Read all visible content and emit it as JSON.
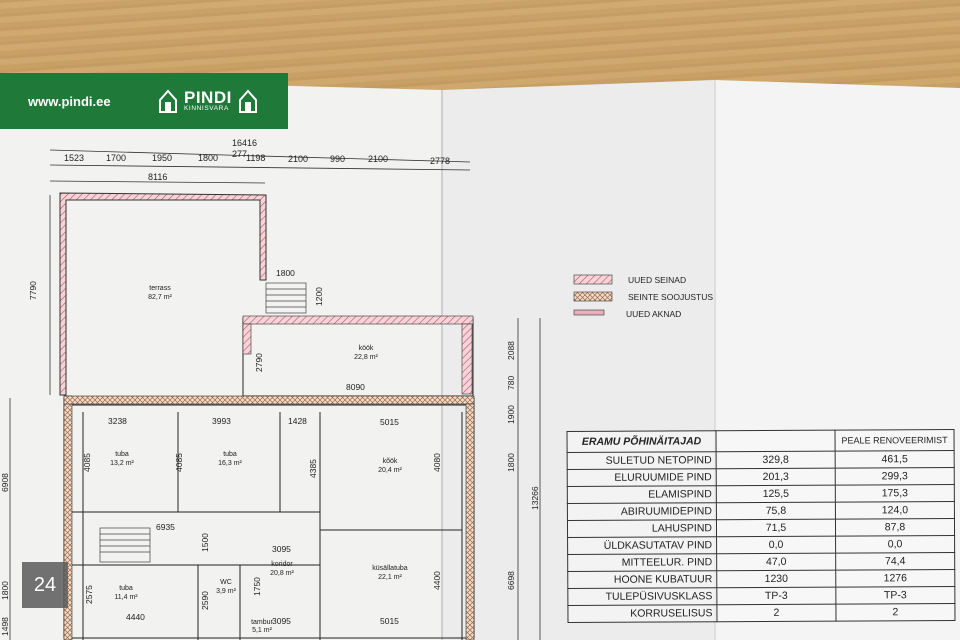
{
  "banner": {
    "url": "www.pindi.ee",
    "brand": "PINDI",
    "brand_sub": "KINNISVARA",
    "bg_color": "#1f7a3a"
  },
  "page_badge": "24",
  "plan": {
    "top_dims": [
      "1523",
      "1700",
      "1950",
      "1800",
      "277",
      "1198",
      "2100",
      "990",
      "2100",
      "2778"
    ],
    "overall_width": "16416",
    "left_width": "8116",
    "dims": {
      "d7790": "7790",
      "d1800a": "1800",
      "d1200": "1200",
      "d2790": "2790",
      "d8090": "8090",
      "d2088": "2088",
      "d780": "780",
      "d1900": "1900",
      "d3238": "3238",
      "d3993": "3993",
      "d1428": "1428",
      "d5015a": "5015",
      "d4085a": "4085",
      "d4085b": "4085",
      "d4385": "4385",
      "d4080": "4080",
      "d1800b": "1800",
      "d13266": "13266",
      "d6908": "6908",
      "d6935": "6935",
      "d1500": "1500",
      "d3095a": "3095",
      "d4400": "4400",
      "d6698": "6698",
      "d2575": "2575",
      "d2590": "2590",
      "d1750": "1750",
      "d4440": "4440",
      "d3095b": "3095",
      "d5015b": "5015",
      "d1800c": "1800",
      "d1498": "1498"
    },
    "rooms": [
      {
        "name": "terrass",
        "area": "82,7 m²"
      },
      {
        "name": "köök",
        "area": "22,8 m²"
      },
      {
        "name": "tuba",
        "area": "13,2 m²"
      },
      {
        "name": "tuba",
        "area": "16,3 m²"
      },
      {
        "name": "kõök",
        "area": "20,4 m²"
      },
      {
        "name": "tuba",
        "area": "11,4 m²"
      },
      {
        "name": "WC",
        "area": "3,9 m²"
      },
      {
        "name": "koridor",
        "area": "20,8 m²"
      },
      {
        "name": "küsällatuba",
        "area": "22,1 m²"
      },
      {
        "name": "tambur",
        "area": "5,1 m²"
      }
    ]
  },
  "legend": [
    {
      "label": "UUED SEINAD",
      "color": "#e0a0a8"
    },
    {
      "label": "SEINTE SOOJUSTUS",
      "color": "#d8b8a0"
    },
    {
      "label": "UUED AKNAD",
      "color": "#e8b0bc"
    }
  ],
  "table": {
    "title": "ERAMU PÕHINÄITAJAD",
    "col2_header": "",
    "col3_header": "PEALE RENOVEERIMIST",
    "rows": [
      {
        "label": "SULETUD NETOPIND",
        "before": "329,8",
        "after": "461,5"
      },
      {
        "label": "ELURUUMIDE PIND",
        "before": "201,3",
        "after": "299,3"
      },
      {
        "label": "ELAMISPIND",
        "before": "125,5",
        "after": "175,3"
      },
      {
        "label": "ABIRUUMIDEPIND",
        "before": "75,8",
        "after": "124,0"
      },
      {
        "label": "LAHUSPIND",
        "before": "71,5",
        "after": "87,8"
      },
      {
        "label": "ÜLDKASUTATAV PIND",
        "before": "0,0",
        "after": "0,0"
      },
      {
        "label": "MITTEELUR. PIND",
        "before": "47,0",
        "after": "74,4"
      },
      {
        "label": "HOONE KUBATUUR",
        "before": "1230",
        "after": "1276"
      },
      {
        "label": "TULEPÜSIVUSKLASS",
        "before": "TP-3",
        "after": "TP-3"
      },
      {
        "label": "KORRUSELISUS",
        "before": "2",
        "after": "2"
      }
    ]
  }
}
